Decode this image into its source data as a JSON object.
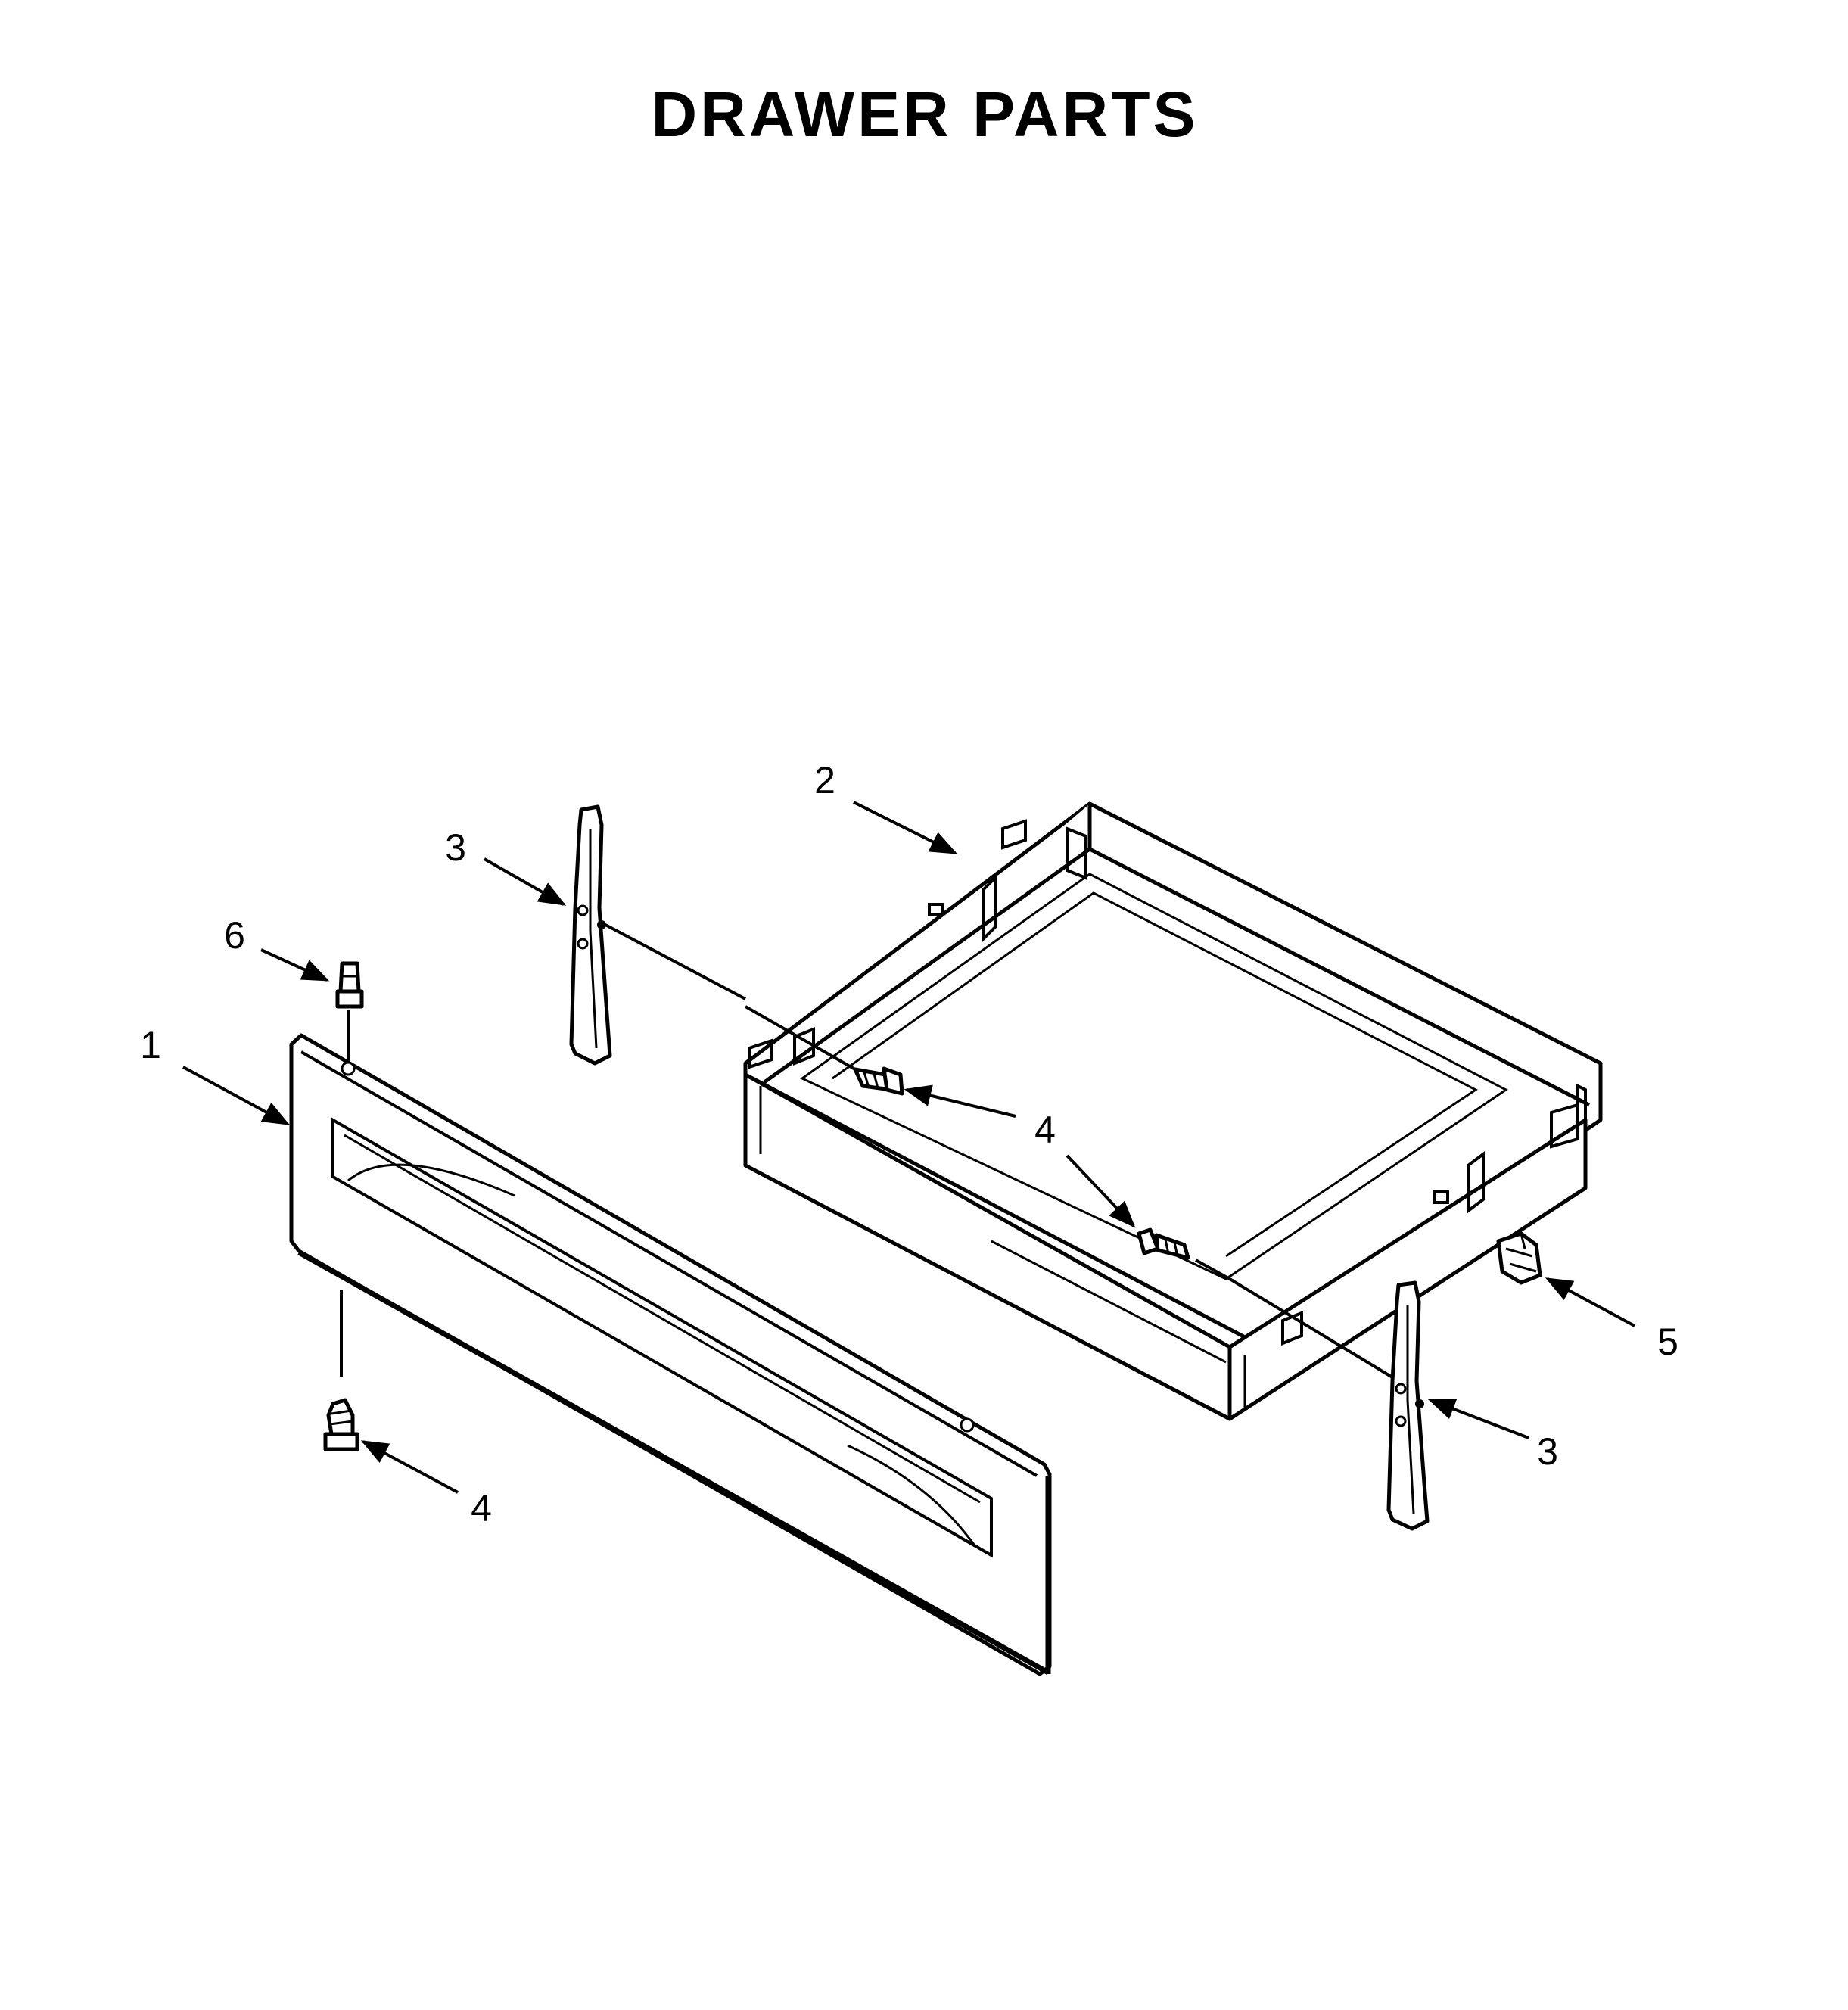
{
  "title": "DRAWER PARTS",
  "callouts": {
    "c1": "1",
    "c2": "2",
    "c3_left": "3",
    "c3_right": "3",
    "c4_screw_center": "4",
    "c4_screw_right": "4",
    "c4_screw_bottom": "4",
    "c5": "5",
    "c6": "6"
  }
}
